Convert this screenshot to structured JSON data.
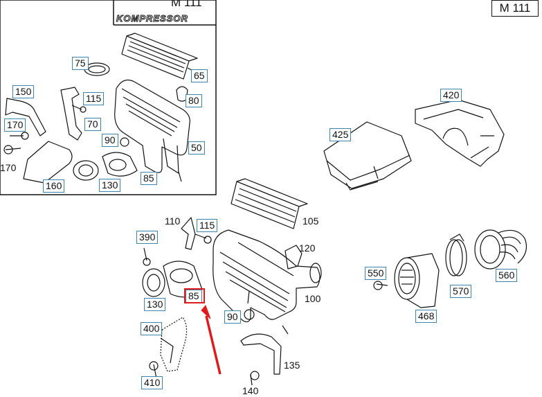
{
  "model_label": "M 111",
  "inset": {
    "title": "M 111",
    "subtitle": "KOMPRESSOR"
  },
  "labels": {
    "l150": "150",
    "l75": "75",
    "l65": "65",
    "l115a": "115",
    "l80": "80",
    "l170a": "170",
    "l70": "70",
    "l90a": "90",
    "l170b": "170",
    "l50": "50",
    "l160": "160",
    "l130a": "130",
    "l85a": "85",
    "l420": "420",
    "l425": "425",
    "l110": "110",
    "l115b": "115",
    "l105": "105",
    "l390": "390",
    "l120": "120",
    "l130b": "130",
    "l85b": "85",
    "l100": "100",
    "l90b": "90",
    "l400": "400",
    "l135": "135",
    "l410": "410",
    "l140": "140",
    "l550": "550",
    "l570": "570",
    "l560": "560",
    "l468": "468"
  },
  "highlight": {
    "color": "#e01a1a",
    "target": "85"
  }
}
